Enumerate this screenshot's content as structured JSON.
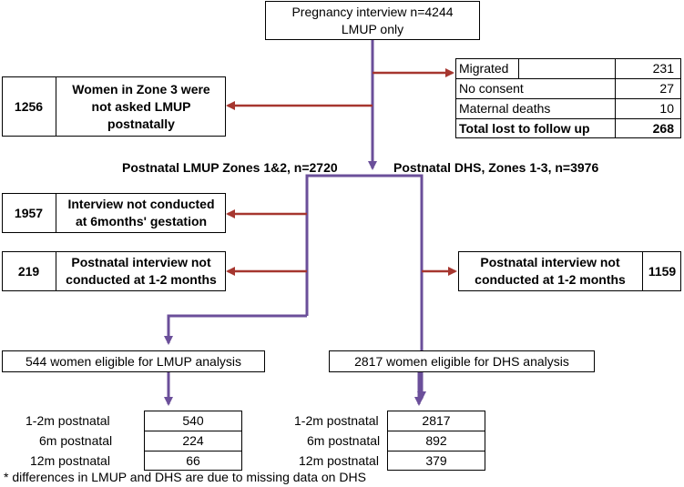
{
  "colors": {
    "purple": "#6b4f9a",
    "red": "#a6362f"
  },
  "top_box": {
    "line1": "Pregnancy interview n=4244",
    "line2": "LMUP only"
  },
  "lost_table": {
    "rows": [
      {
        "label": "Migrated",
        "value": "231"
      },
      {
        "label": "No consent",
        "value": "27"
      },
      {
        "label": "Maternal deaths",
        "value": "10"
      }
    ],
    "total": {
      "label": "Total lost to follow up",
      "value": "268"
    }
  },
  "zone3": {
    "count": "1256",
    "line1": "Women in Zone 3 were",
    "line2": "not asked LMUP",
    "line3": "postnatally"
  },
  "branch_labels": {
    "left": "Postnatal LMUP Zones 1&2, n=2720",
    "right": "Postnatal DHS, Zones 1-3, n=3976"
  },
  "excl_6m": {
    "count": "1957",
    "line1": "Interview not conducted",
    "line2": "at 6months' gestation"
  },
  "excl_lmup_1_2": {
    "count": "219",
    "line1": "Postnatal interview not",
    "line2": "conducted at 1-2 months"
  },
  "excl_dhs_1_2": {
    "count": "1159",
    "line1": "Postnatal interview not",
    "line2": "conducted at 1-2 months"
  },
  "lmup_eligible": "544 women eligible for LMUP analysis",
  "dhs_eligible": "2817 women eligible for DHS analysis",
  "lmup_results": [
    {
      "label": "1-2m postnatal",
      "value": "540"
    },
    {
      "label": "6m postnatal",
      "value": "224"
    },
    {
      "label": "12m postnatal",
      "value": "66"
    }
  ],
  "dhs_results": [
    {
      "label": "1-2m postnatal",
      "value": "2817"
    },
    {
      "label": "6m postnatal",
      "value": "892"
    },
    {
      "label": "12m postnatal",
      "value": "379"
    }
  ],
  "footnote": "* differences in LMUP and DHS are due to missing data on DHS"
}
